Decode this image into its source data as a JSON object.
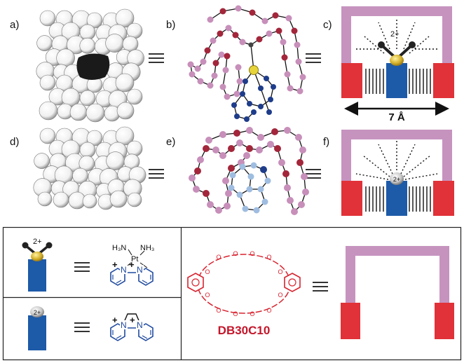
{
  "panels": {
    "a": "a)",
    "b": "b)",
    "c": "c)",
    "d": "d)",
    "e": "e)",
    "f": "f)"
  },
  "charges": {
    "c": "2+",
    "f": "2+",
    "legend_top": "2+",
    "legend_bottom": "2+"
  },
  "distance_label": "7 Å",
  "molecule_top": {
    "amine_left": "H₃N",
    "amine_right": "NH₃",
    "metal": "Pt",
    "n_left": "N",
    "n_right": "N",
    "plus": "+"
  },
  "molecule_bottom": {
    "n_left": "N",
    "n_right": "N",
    "plus": "+"
  },
  "crown_name": "DB30C10",
  "colors": {
    "frame": "#c693bf",
    "wall": "#e03238",
    "guest": "#1d5aa8",
    "gold": "#d4b02a",
    "crown": "#d8232f",
    "pyridine": "#1f4aa0",
    "atom_red": "#a3263b",
    "atom_pink": "#c78fba",
    "atom_navy": "#1e3c8a",
    "atom_light": "#9fbde0"
  }
}
